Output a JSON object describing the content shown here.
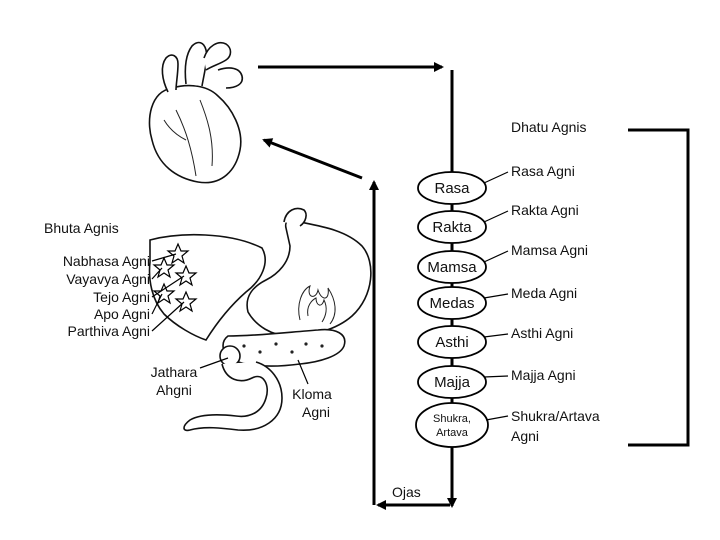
{
  "dhatu_heading": "Dhatu Agnis",
  "bhuta_heading": "Bhuta Agnis",
  "dhatus": [
    {
      "node": "Rasa",
      "agni": "Rasa Agni"
    },
    {
      "node": "Rakta",
      "agni": "Rakta Agni"
    },
    {
      "node": "Mamsa",
      "agni": "Mamsa Agni"
    },
    {
      "node": "Medas",
      "agni": "Meda Agni"
    },
    {
      "node": "Asthi",
      "agni": "Asthi Agni"
    },
    {
      "node": "Majja",
      "agni": "Majja Agni"
    },
    {
      "node_line1": "Shukra,",
      "node_line2": "Artava",
      "agni_line1": "Shukra/Artava",
      "agni_line2": "Agni"
    }
  ],
  "bhuta_agnis": [
    "Nabhasa Agni",
    "Vayavya Agni",
    "Tejo Agni",
    "Apo Agni",
    "Parthiva Agni"
  ],
  "jathara_line1": "Jathara",
  "jathara_line2": "Ahgni",
  "kloma_line1": "Kloma",
  "kloma_line2": "Agni",
  "ojas": "Ojas"
}
